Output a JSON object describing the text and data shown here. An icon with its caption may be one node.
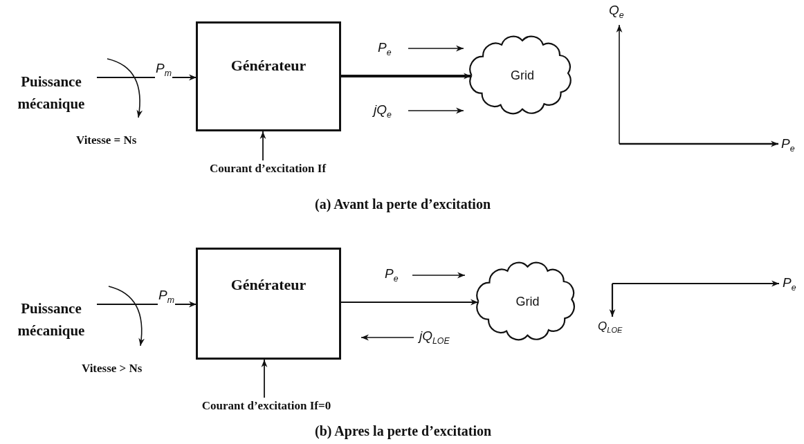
{
  "diagram": {
    "nodes": [
      {
        "text": [
          "Générateur"
        ]
      },
      {
        "text": [
          "Grid"
        ]
      },
      {
        "text": [
          "Puissance mécanique"
        ]
      },
      {
        "text": [
          "Courant d’excitation If"
        ]
      },
      {
        "text": [
          "Générateur"
        ]
      },
      {
        "text": [
          "Grid"
        ]
      },
      {
        "text": [
          "Puissance mécanique"
        ]
      },
      {
        "text": [
          "Courant d’excitation If=0"
        ]
      }
    ],
    "edges": [
      {
        "from": 2,
        "to": 0,
        "arrow": "to",
        "label": "P$_{m}$"
      },
      {
        "from": 3,
        "to": 0,
        "arrow": "to"
      },
      {
        "from": 0,
        "to": 1,
        "arrow": "to",
        "style": "thick"
      },
      {
        "from": 6,
        "to": 4,
        "arrow": "to",
        "label": "P$_{m}$"
      },
      {
        "from": 7,
        "to": 4,
        "arrow": "to"
      },
      {
        "from": 4,
        "to": 5,
        "arrow": "to"
      }
    ],
    "labels": [
      "P$_{e}$",
      "jQ$_{e}$",
      "Q$_{e}$",
      "P$_{e}$",
      "Vitesse = Ns",
      "(a) Avant la perte d’excitation",
      "P$_{e}$",
      "P$_{e}$",
      "jQ$_{LOE}$",
      "Vitesse > Ns",
      "Q$_{LOE}$",
      "(b) Apres la perte d’excitation"
    ]
  }
}
